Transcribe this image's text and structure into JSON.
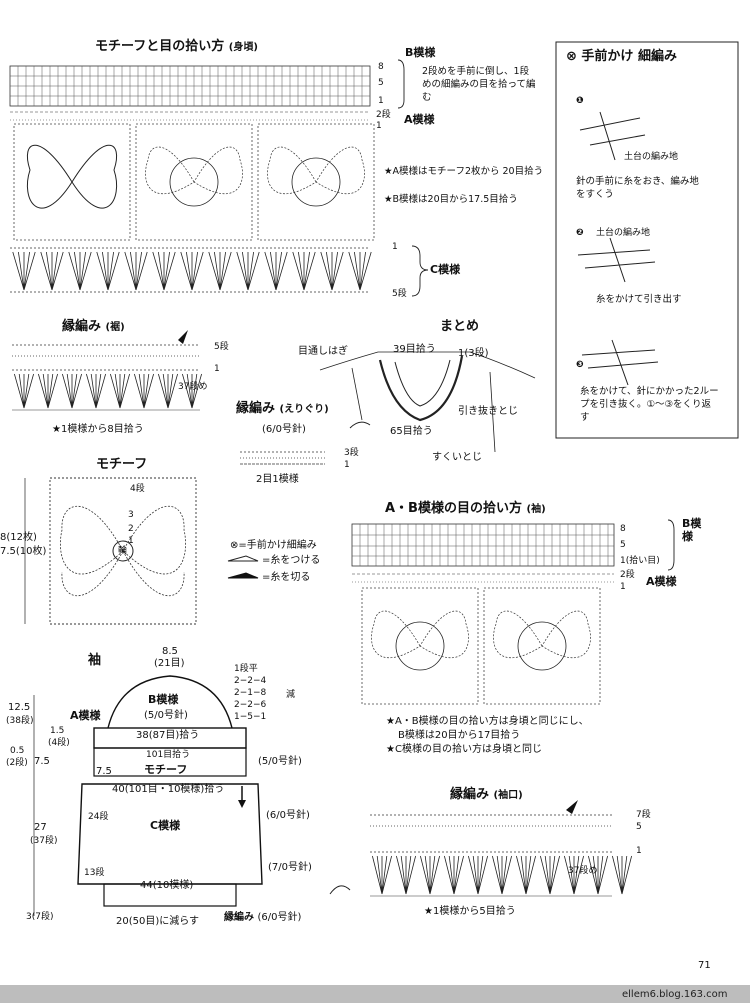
{
  "top": {
    "title": "モチーフと目の拾い方",
    "title_sub": "(身頃)",
    "b_label": "B模様",
    "b_note": "2段めを手前に倒し、1段めの細編みの目を拾って編む",
    "a_label": "A模様",
    "c_label": "C模様",
    "row_8": "8",
    "row_5": "5",
    "row_1": "1",
    "row_2dan": "2段",
    "row_1b": "1",
    "c_row_1": "1",
    "c_row_5dan": "5段",
    "star_note_1": "★A模様はモチーフ2枚から 20目拾う",
    "star_note_2": "★B模様は20目から17.5目拾う"
  },
  "legend_box": {
    "title": "⊗ 手前かけ 細編み",
    "step1_label": "土台の編み地",
    "step1_note": "針の手前に糸をおき、編み地をすくう",
    "step2_label": "土台の編み地",
    "step2_note": "糸をかけて引き出す",
    "step3_note": "糸をかけて、針にかかった2ループを引き抜く。①〜③をくり返す"
  },
  "hem": {
    "title": "縁編み",
    "sub": "(裾)",
    "row_5": "5段",
    "row_1": "1",
    "row_37": "37段め",
    "note": "★1模様から8目拾う"
  },
  "finish": {
    "title": "まとめ",
    "left_label": "目通しはぎ",
    "top_label": "39目拾う",
    "right_label": "1(3段)",
    "mid_label": "引き抜きとじ",
    "bottom_label": "65目拾う",
    "bottom_right": "すくいとじ"
  },
  "neck": {
    "title": "縁編み",
    "sub": "(えりぐり)",
    "needle": "(6/0号針)",
    "row_3": "3段",
    "row_1": "1",
    "note": "2目1模様"
  },
  "motif": {
    "title": "モチーフ",
    "size_1": "8(12枚)",
    "size_2": "7.5(10枚)",
    "round_4": "4段",
    "round_3": "3",
    "round_2": "2",
    "round_1": "1",
    "center": "輪"
  },
  "symbols": {
    "s1": "⊗=手前かけ細編み",
    "s2": "=糸をつける",
    "s3": "=糸を切る"
  },
  "sleeve_pickup": {
    "title": "A・B模様の目の拾い方",
    "sub": "(袖)",
    "row_8": "8",
    "row_5": "5",
    "row_1": "1(拾い目)",
    "row_2dan": "2段",
    "row_1b": "1",
    "b_label": "B模様",
    "a_label": "A模様",
    "note_1": "★A・B模様の目の拾い方は身頃と同じにし、",
    "note_2": "B模様は20目から17目拾う",
    "note_3": "★C模様の目の拾い方は身頃と同じ"
  },
  "sleeve": {
    "title": "袖",
    "top_w": "8.5",
    "top_w_sub": "(21目)",
    "dec_1": "1段平",
    "dec_2": "2−2−4",
    "dec_3": "2−1−8",
    "dec_4": "2−2−6",
    "dec_5": "1−5−1",
    "dec_label": "減",
    "b_label": "B模様",
    "b_needle": "(5/0号針)",
    "a_label": "A模様",
    "h_cap": "12.5",
    "h_cap_sub": "(38段)",
    "h_a": "1.5",
    "h_a_sub": "(4段)",
    "h_motif_gap": "0.5",
    "h_motif_gap_sub": "(2段)",
    "h_motif": "7.5",
    "pick_38": "38(87目)拾う",
    "pick_101": "101目拾う",
    "motif_label": "モチーフ",
    "motif_w": "7.5",
    "needle_5": "(5/0号針)",
    "pick_40": "40(101目・10模様)拾う",
    "c_label": "C模様",
    "rows_24": "24段",
    "rows_13": "13段",
    "needle_6": "(6/0号針)",
    "needle_7": "(7/0号針)",
    "h_body": "27",
    "h_body_sub": "(37段)",
    "w_44": "44(10模様)",
    "h_edge": "3(7段)",
    "bottom_reduce": "20(50目)に減らす",
    "edge_label": "縁編み",
    "edge_needle": "(6/0号針)"
  },
  "cuff": {
    "title": "縁編み",
    "sub": "(袖口)",
    "row_7": "7段",
    "row_5": "5",
    "row_1": "1",
    "row_37": "37段め",
    "note": "★1模様から5目拾う"
  },
  "page_number": "71",
  "footer": "ellem6.blog.163.com"
}
